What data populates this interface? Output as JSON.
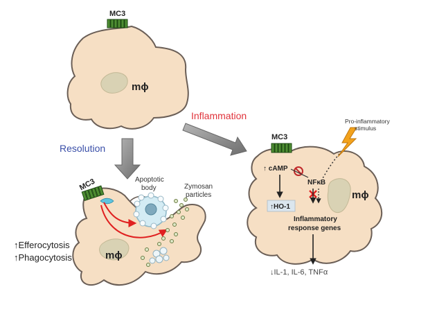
{
  "labels": {
    "mc3_top": "MC3",
    "mc3_left": "MC3",
    "mc3_right": "MC3",
    "mphi_top": "mϕ",
    "mphi_left": "mϕ",
    "mphi_right": "mϕ",
    "inflammation": "Inflammation",
    "resolution": "Resolution",
    "apoptotic_line1": "Apoptotic",
    "apoptotic_line2": "body",
    "zymosan_line1": "Zymosan",
    "zymosan_line2": "particles",
    "efferocytosis": "↑Efferocytosis",
    "phagocytosis": "↑Phagocytosis",
    "camp": "↑ cAMP",
    "ho1": "↑HO-1",
    "nfkb": "NFκB",
    "proinflam_line1": "Pro-inflammatory",
    "proinflam_line2": "stimulus",
    "inflam_genes_line1": "Inflammatory",
    "inflam_genes_line2": "response genes",
    "cytokines": "↓IL-1, IL-6, TNFα"
  },
  "colors": {
    "cell_fill": "#f6dfc4",
    "receptor": "#4f8e33",
    "inflammation_text": "#e0333b",
    "resolution_text": "#3a4fa8",
    "red_arrow": "#e02020",
    "gray_arrow": "#8a8a8a",
    "lightning": "#f3a21c"
  }
}
